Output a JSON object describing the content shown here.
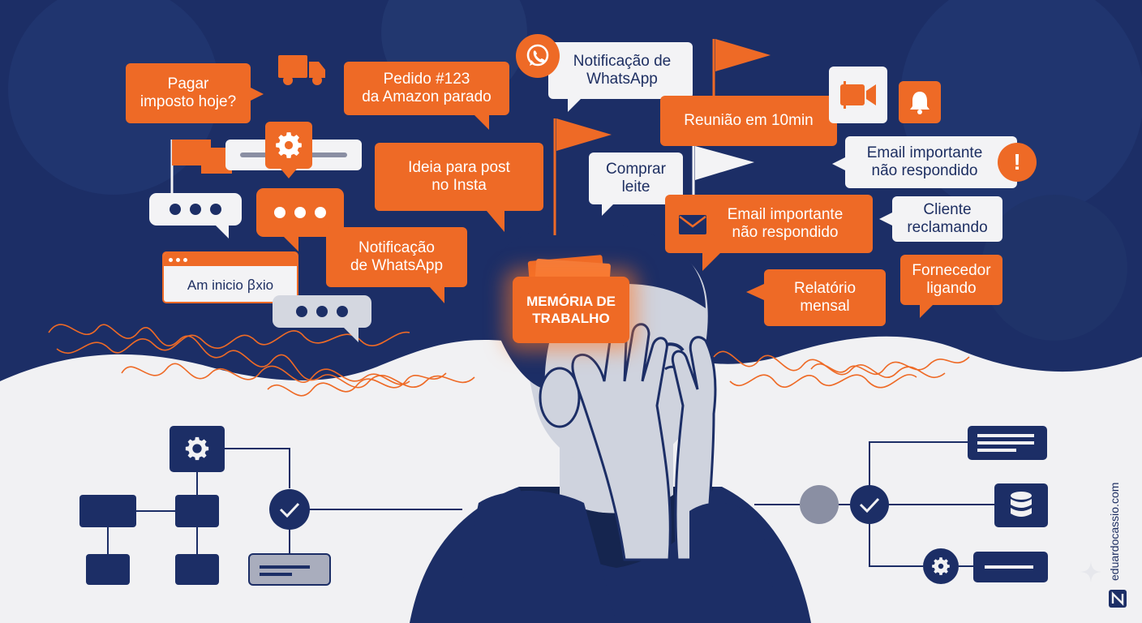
{
  "colors": {
    "navy": "#1c2e66",
    "navy_dark": "#15254f",
    "orange": "#ee6a26",
    "light": "#f1f1f3",
    "gray": "#8a8fa3"
  },
  "bubbles": {
    "pagar": "Pagar\nimposto hoje?",
    "pedido": "Pedido #123\nda Amazon parado",
    "whatsapp_top": "Notificação de\nWhatsApp",
    "reuniao": "Reunião em 10min",
    "email_white": "Email importante\nnão respondido",
    "ideia": "Ideia para post\nno Insta",
    "comprar": "Comprar\nleite",
    "email_orange": "Email importante\nnão respondido",
    "cliente": "Cliente\nreclamando",
    "whatsapp_mid": "Notificação\nde WhatsApp",
    "am_inicio": "Am inicio ꞵxio",
    "relatorio": "Relatório\nmensal",
    "fornecedor": "Fornecedor\nligando"
  },
  "center": {
    "memory_label": "MEMÓRIA DE\nTRABALHO"
  },
  "brand": {
    "site": "eduardocassio.com"
  },
  "icons": {
    "truck": "truck-icon",
    "whatsapp": "whatsapp-icon",
    "video": "video-camera-icon",
    "bell": "bell-icon",
    "alert": "exclamation-icon",
    "mail": "mail-icon",
    "gear": "gear-icon",
    "check": "check-icon",
    "database": "database-icon"
  }
}
